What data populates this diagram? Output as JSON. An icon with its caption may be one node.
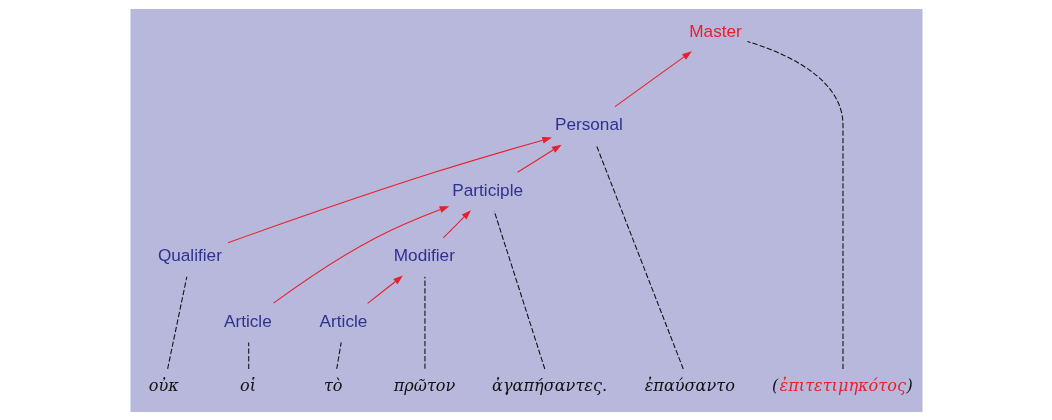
{
  "diagram": {
    "nodes": [
      {
        "text": [
          "Master"
        ]
      },
      {
        "text": [
          "Personal"
        ]
      },
      {
        "text": [
          "Qualifier"
        ]
      },
      {
        "text": [
          "Participle"
        ]
      },
      {
        "text": [
          "Article"
        ]
      },
      {
        "text": [
          "Modifier"
        ]
      },
      {
        "text": [
          "Article"
        ]
      },
      {
        "text": [
          "(ἐπιτετιμηκότος)"
        ]
      },
      {
        "text": [
          "οὐκ"
        ]
      },
      {
        "text": [
          "ἐπαύσαντο"
        ]
      },
      {
        "text": [
          "οἱ"
        ]
      },
      {
        "text": [
          "τὸ"
        ]
      },
      {
        "text": [
          "πρῶτον"
        ]
      },
      {
        "text": [
          "ἀγαπήσαντες."
        ]
      }
    ],
    "edges": [
      {
        "from": 1,
        "to": 0,
        "arrow": "to",
        "color": "#e8202a"
      },
      {
        "from": 2,
        "to": 1,
        "arrow": "to",
        "color": "#e8202a"
      },
      {
        "from": 3,
        "to": 1,
        "arrow": "to",
        "color": "#e8202a"
      },
      {
        "from": 4,
        "to": 3,
        "arrow": "to",
        "color": "#e8202a"
      },
      {
        "from": 5,
        "to": 3,
        "arrow": "to",
        "color": "#e8202a"
      },
      {
        "from": 6,
        "to": 5,
        "arrow": "to",
        "color": "#e8202a"
      },
      {
        "from": 7,
        "to": 0,
        "arrow": "none",
        "style": "dashed"
      },
      {
        "from": 8,
        "to": 2,
        "arrow": "none",
        "style": "dashed"
      },
      {
        "from": 9,
        "to": 1,
        "arrow": "none",
        "style": "dashed"
      },
      {
        "from": 10,
        "to": 4,
        "arrow": "none",
        "style": "dashed"
      },
      {
        "from": 11,
        "to": 6,
        "arrow": "none",
        "style": "dashed"
      },
      {
        "from": 12,
        "to": 5,
        "arrow": "none",
        "style": "dashed"
      },
      {
        "from": 13,
        "to": 3,
        "arrow": "none",
        "style": "dashed"
      }
    ]
  }
}
